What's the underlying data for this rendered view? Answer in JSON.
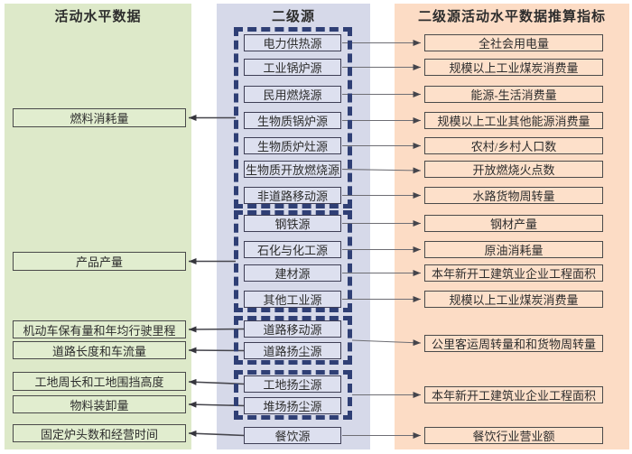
{
  "diagram": {
    "columns": {
      "left": {
        "title": "活动水平数据",
        "bg": "#dde9c9"
      },
      "middle": {
        "title": "二级源",
        "bg": "#d6d9e9"
      },
      "right": {
        "title": "二级源活动水平数据推算指标",
        "bg": "#fcdcc5"
      }
    },
    "left_boxes": [
      "燃料消耗量",
      "产品产量",
      "机动车保有量和年均行驶里程",
      "道路长度和车流量",
      "工地周长和工地围挡高度",
      "物料装卸量",
      "固定炉头数和经营时间"
    ],
    "middle_boxes": [
      "电力供热源",
      "工业锅炉源",
      "民用燃烧源",
      "生物质锅炉源",
      "生物质炉灶源",
      "生物质开放燃烧源",
      "非道路移动源",
      "钢铁源",
      "石化与化工源",
      "建材源",
      "其他工业源",
      "道路移动源",
      "道路扬尘源",
      "工地扬尘源",
      "堆场扬尘源",
      "餐饮源"
    ],
    "right_boxes": [
      "全社会用电量",
      "规模以上工业煤炭消费量",
      "能源-生活消费量",
      "规模以上工业其他能源消费量",
      "农村/乡村人口数",
      "开放燃烧火点数",
      "水路货物周转量",
      "钢材产量",
      "原油消耗量",
      "本年新开工建筑业企业工程面积",
      "规模以上工业煤炭消费量",
      "公里客运周转量和和货物周转量",
      "本年新开工建筑业企业工程面积",
      "餐饮行业营业额"
    ],
    "group_border_color": "#2f3f75",
    "arrow_color_right": "#6e6e74",
    "arrow_color_left": "#45454c"
  }
}
